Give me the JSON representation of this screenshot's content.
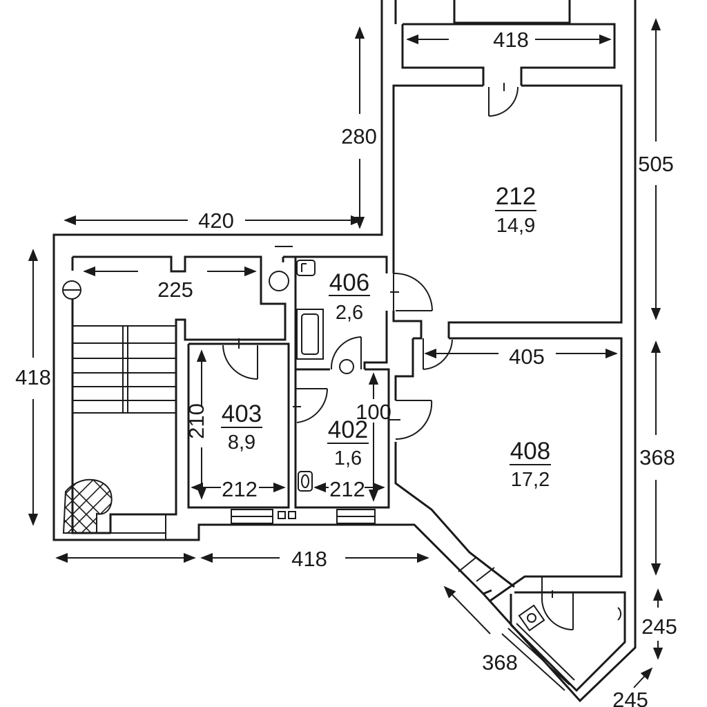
{
  "rooms": [
    {
      "id": "212",
      "number": "212",
      "area": "14,9"
    },
    {
      "id": "406",
      "number": "406",
      "area": "2,6"
    },
    {
      "id": "403",
      "number": "403",
      "area": "8,9"
    },
    {
      "id": "402",
      "number": "402",
      "area": "1,6"
    },
    {
      "id": "408",
      "number": "408",
      "area": "17,2"
    }
  ],
  "dimensions": {
    "top_418": "418",
    "d280": "280",
    "d505": "505",
    "d420": "420",
    "d225": "225",
    "left_418": "418",
    "d405": "405",
    "d100": "100",
    "d210": "210",
    "d212_a": "212",
    "d212_b": "212",
    "d368_right": "368",
    "bottom_418": "418",
    "d245_a": "245",
    "d245_b": "245",
    "d368_diag": "368"
  }
}
